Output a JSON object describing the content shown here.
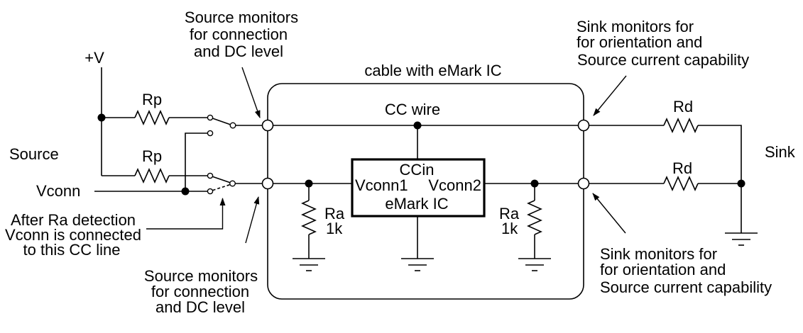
{
  "diagram": {
    "source": {
      "label": "Source",
      "supply": "+V",
      "vconn": "Vconn",
      "rp_top": "Rp",
      "rp_bottom": "Rp"
    },
    "cable": {
      "title": "cable with eMark IC",
      "cc_wire": "CC wire",
      "ic": {
        "pin_ccin": "CCin",
        "pin_vconn1": "Vconn1",
        "pin_vconn2": "Vconn2",
        "name": "eMark IC"
      },
      "ra_left": {
        "name": "Ra",
        "value": "1k"
      },
      "ra_right": {
        "name": "Ra",
        "value": "1k"
      }
    },
    "sink": {
      "label": "Sink",
      "rd_top": "Rd",
      "rd_bottom": "Rd"
    },
    "annotations": {
      "source_monitors_top": {
        "line1": "Source monitors",
        "line2": "for connection",
        "line3": "and DC level"
      },
      "source_monitors_bottom": {
        "line1": "Source monitors",
        "line2": "for connection",
        "line3": "and DC level"
      },
      "after_ra": {
        "line1": "After Ra detection",
        "line2": "Vconn is connected",
        "line3": "to this CC line"
      },
      "sink_monitors_top": {
        "line1": "Sink monitors for",
        "line2": "for orientation and",
        "line3": "Source current capability"
      },
      "sink_monitors_bottom": {
        "line1": "Sink monitors for",
        "line2": "for orientation and",
        "line3": "Source current capability"
      }
    },
    "colors": {
      "line": "#000000",
      "text": "#000000",
      "background": "#ffffff"
    }
  }
}
